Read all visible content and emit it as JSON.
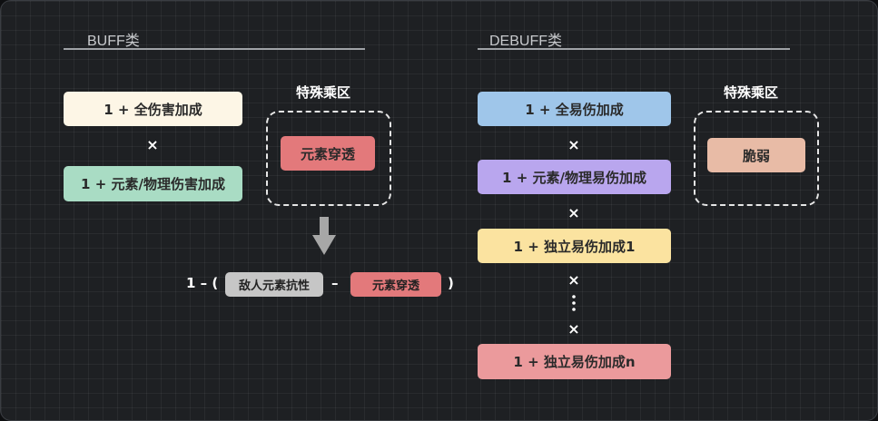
{
  "buff": {
    "title": "BUFF类",
    "item1": "1 + 全伤害加成",
    "times": "×",
    "item2": "1 + 元素/物理伤害加成",
    "special_heading": "特殊乘区",
    "special_item": "元素穿透"
  },
  "formula": {
    "prefix": "1 – (",
    "resistance": "敌人元素抗性",
    "minus": "–",
    "penetration": "元素穿透",
    "suffix": ")"
  },
  "debuff": {
    "title": "DEBUFF类",
    "item1": "1 + 全易伤加成",
    "times": "×",
    "item2": "1 + 元素/物理易伤加成",
    "item3": "1 + 独立易伤加成1",
    "item4": "1 + 独立易伤加成n",
    "special_heading": "特殊乘区",
    "special_item": "脆弱"
  },
  "colors": {
    "cream": "#fdf6e6",
    "mint": "#a9dcc4",
    "red": "#e3797b",
    "blue": "#9fc6ea",
    "purple": "#b9a6ee",
    "yellow": "#fbe3a0",
    "pink": "#eb9a9c",
    "peach": "#e8bba6",
    "gray": "#c6c6c6"
  }
}
